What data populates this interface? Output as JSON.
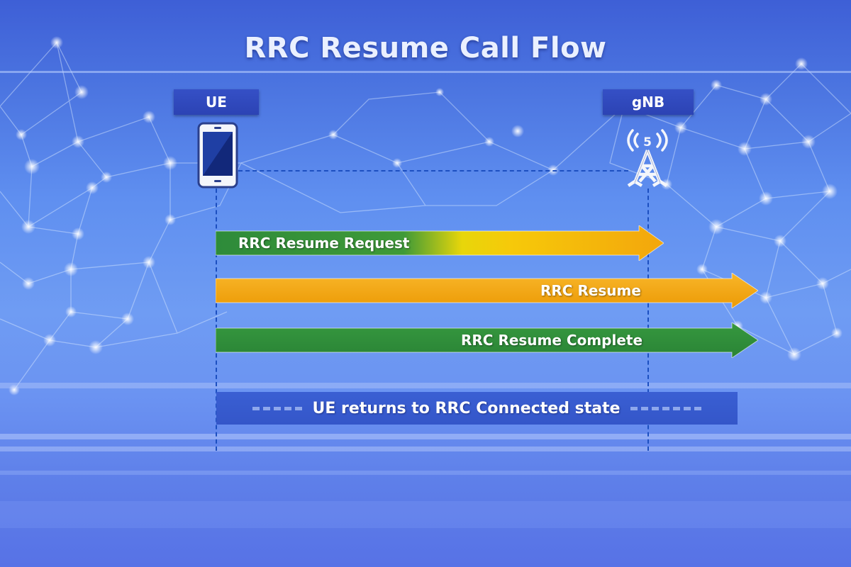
{
  "title": "RRC Resume Call Flow",
  "entities": [
    {
      "label": "UE",
      "icon": "smartphone-icon"
    },
    {
      "label": "gNB",
      "icon": "5g-tower-icon",
      "icon_text": "5"
    }
  ],
  "messages": [
    {
      "label": "RRC Resume Request",
      "direction": "UE -> gNB",
      "colors": [
        "#2e8b3a",
        "#f5d800",
        "#f3a60c"
      ]
    },
    {
      "label": "RRC Resume",
      "direction": "UE -> gNB",
      "colors": [
        "#f3a60c",
        "#f0a000"
      ]
    },
    {
      "label": "RRC Resume Complete",
      "direction": "UE -> gNB",
      "colors": [
        "#2f8c3c",
        "#2a8a38"
      ]
    }
  ],
  "state_banner": {
    "label": "UE returns to RRC Connected state"
  },
  "colors": {
    "background": "#5f8ff0",
    "entity_box": "#3550c6",
    "lifeline": "#1c4fc0",
    "green": "#2e8b3a",
    "orange": "#f3a60c"
  }
}
